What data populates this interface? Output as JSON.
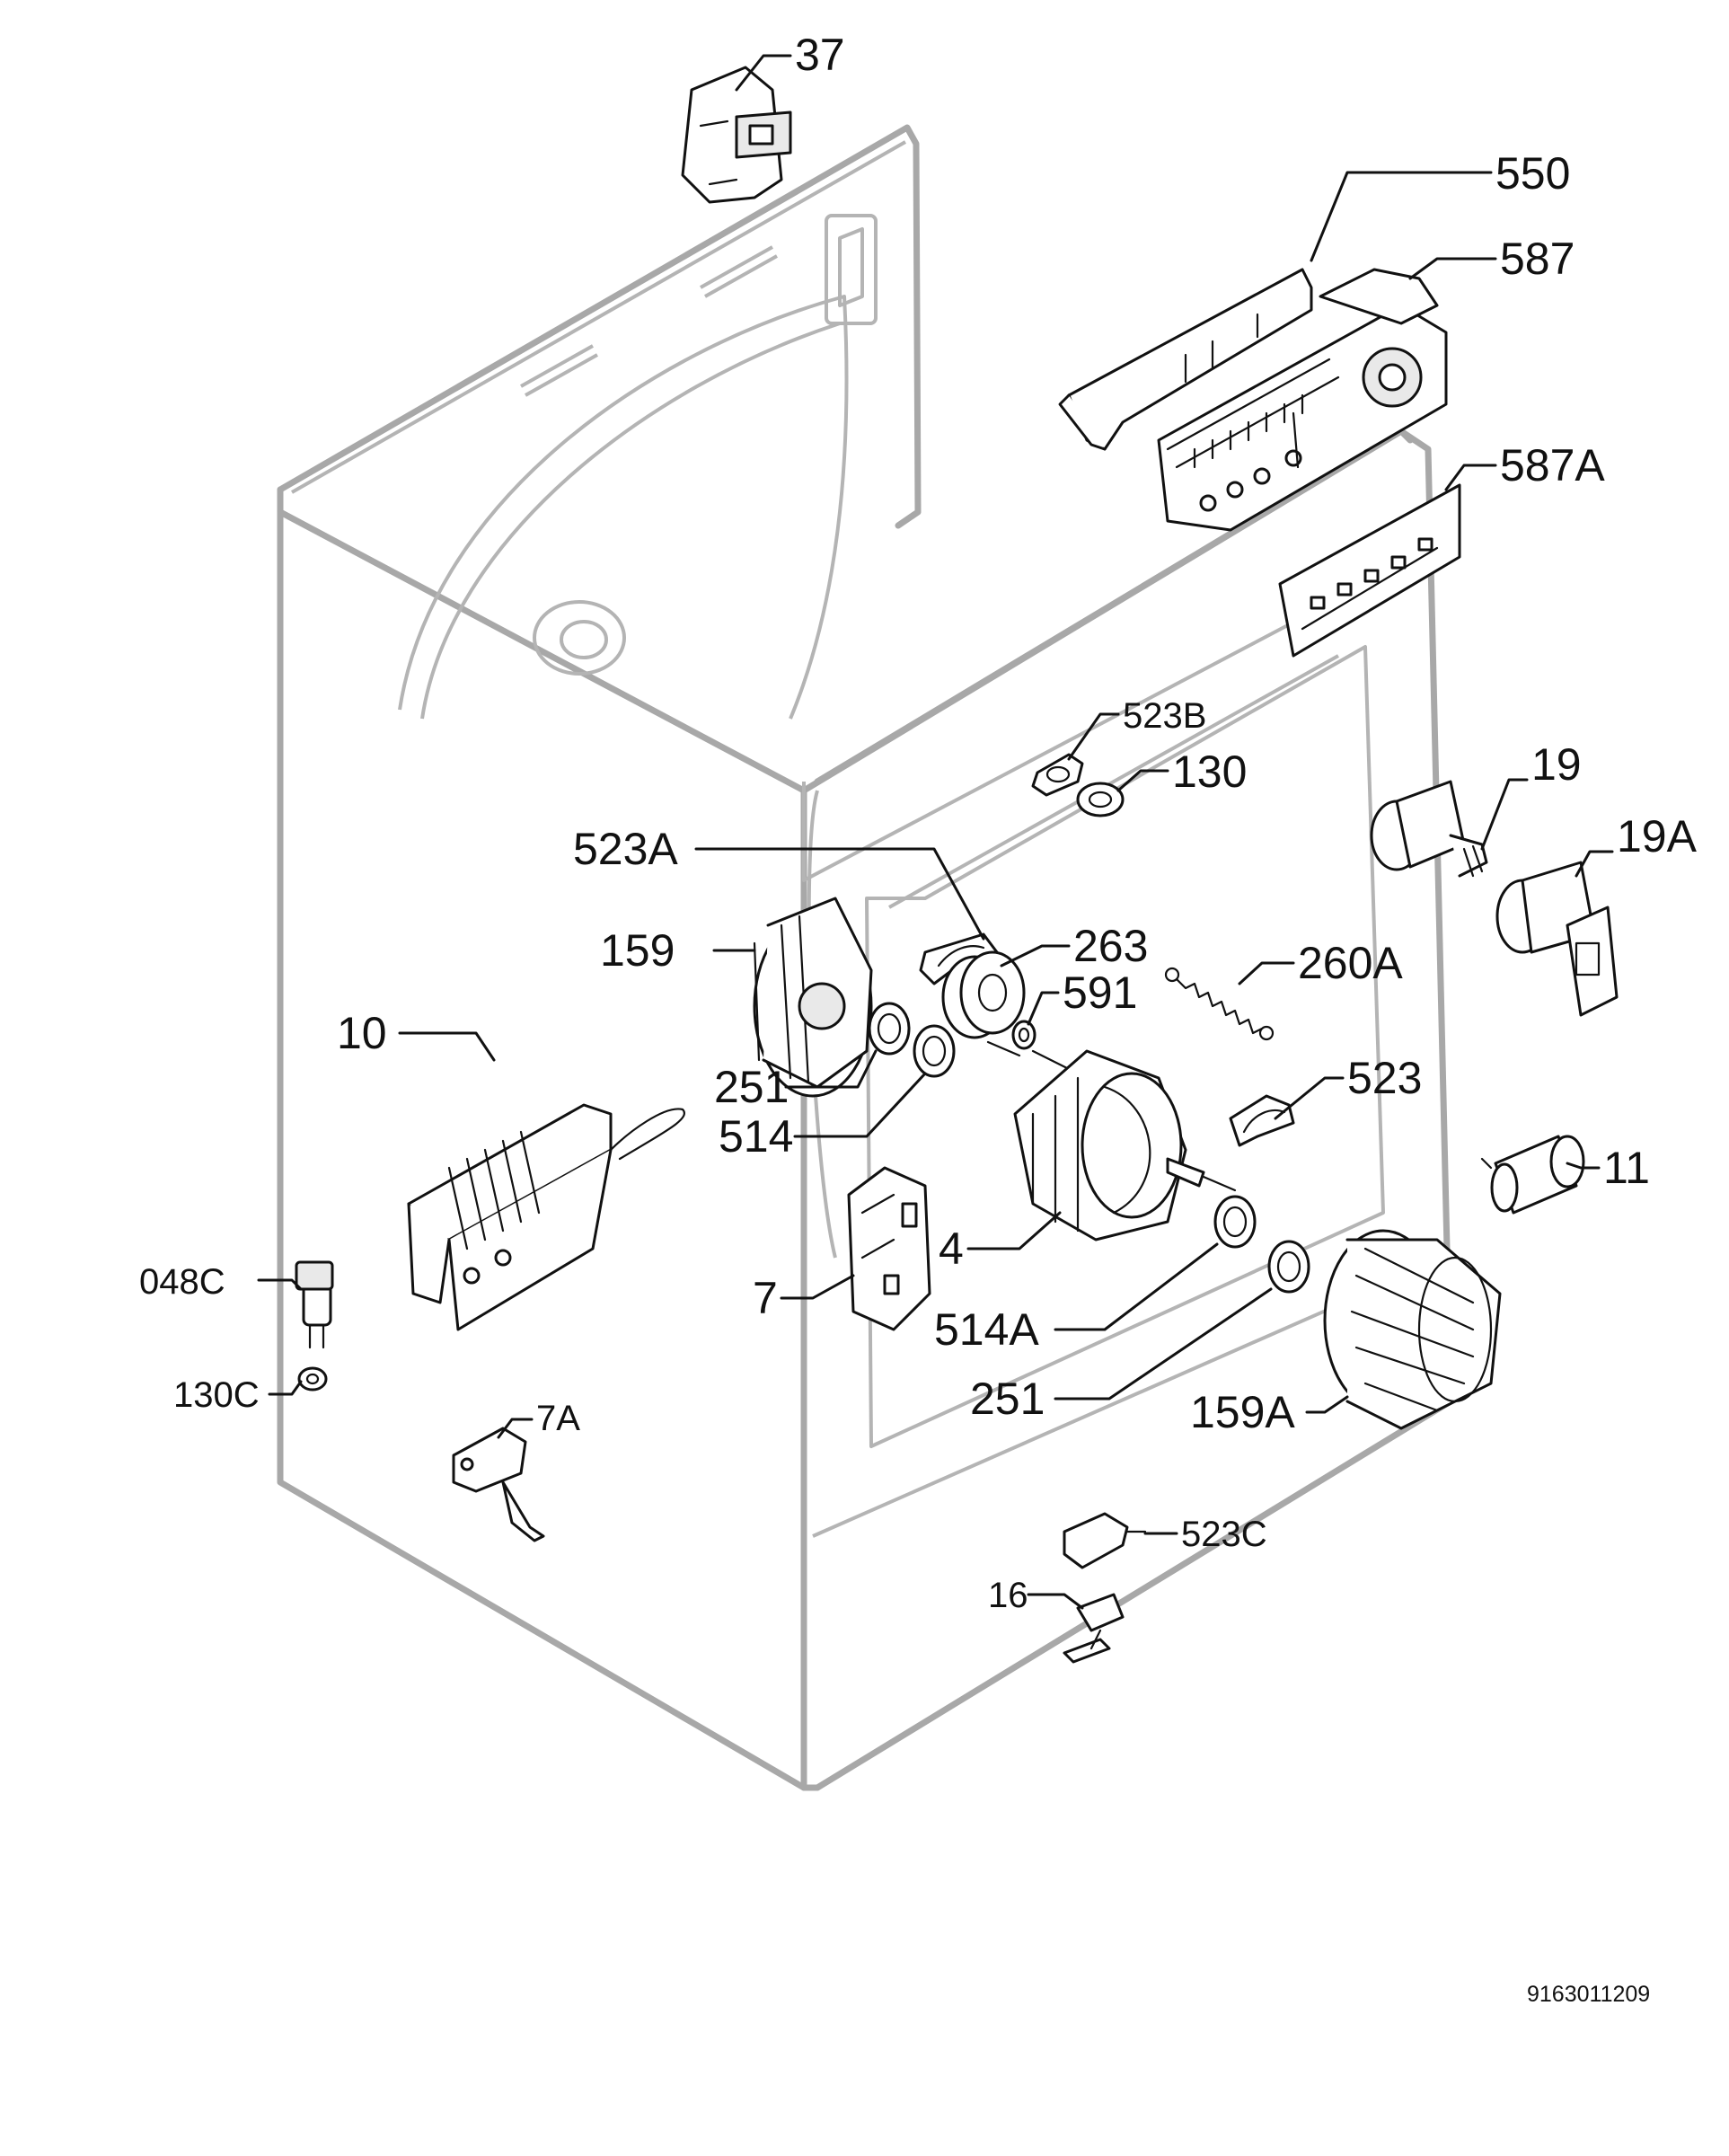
{
  "diagram": {
    "document_number": "9163011209",
    "callouts": {
      "c37": "37",
      "c550": "550",
      "c587": "587",
      "c587A": "587A",
      "c523B": "523B",
      "c130": "130",
      "c19": "19",
      "c19A": "19A",
      "c523A": "523A",
      "c159": "159",
      "c263": "263",
      "c591": "591",
      "c260A": "260A",
      "c10": "10",
      "c251a": "251",
      "c514": "514",
      "c523": "523",
      "c11": "11",
      "c048C": "048C",
      "c4": "4",
      "c7": "7",
      "c514A": "514A",
      "c130C": "130C",
      "c251b": "251",
      "c159A": "159A",
      "c7A": "7A",
      "c523C": "523C",
      "c16": "16"
    }
  }
}
